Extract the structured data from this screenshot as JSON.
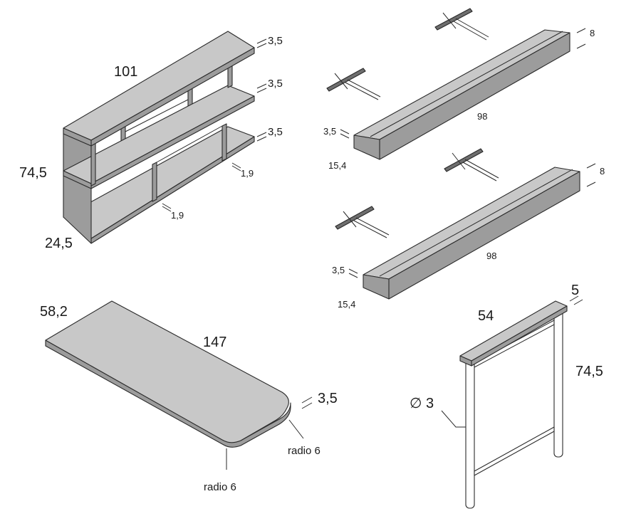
{
  "shelf_unit": {
    "width": "101",
    "height": "74,5",
    "depth": "24,5",
    "shelf_thickness_1": "3,5",
    "shelf_thickness_2": "3,5",
    "shelf_thickness_3": "3,5",
    "panel_thickness_right": "1,9",
    "panel_thickness_bottom": "1,9"
  },
  "wall_shelf_top": {
    "length": "98",
    "height": "8",
    "thickness": "3,5",
    "depth": "15,4"
  },
  "wall_shelf_bottom": {
    "length": "98",
    "height": "8",
    "thickness": "3,5",
    "depth": "15,4"
  },
  "desk_top": {
    "depth": "58,2",
    "length": "147",
    "thickness": "3,5",
    "corner_radius_right": "radio 6",
    "corner_radius_front": "radio 6"
  },
  "leg_frame": {
    "width": "54",
    "top_width": "5",
    "height": "74,5",
    "tube_diameter": "∅ 3"
  }
}
